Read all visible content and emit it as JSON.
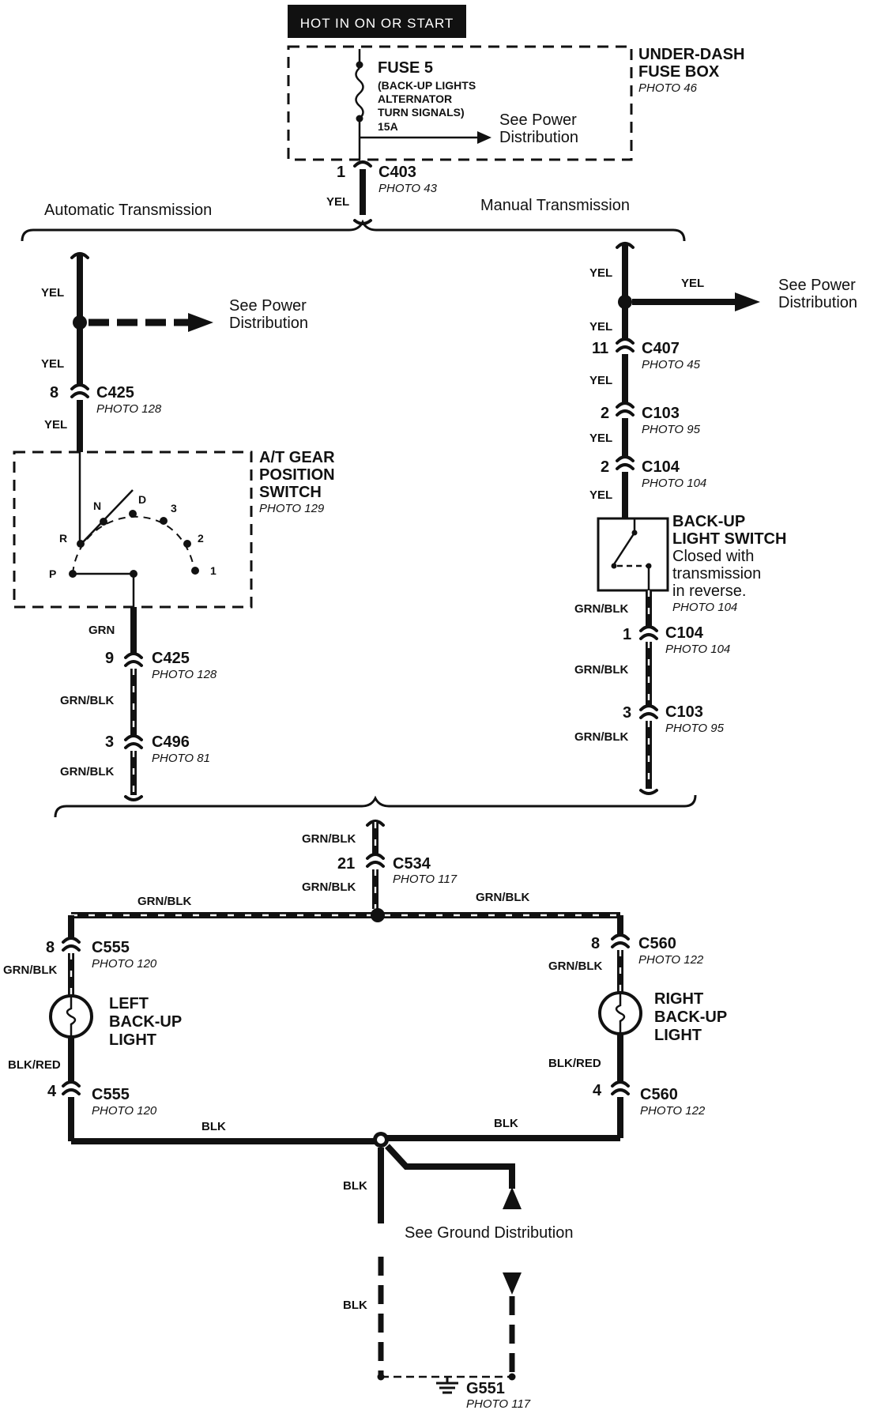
{
  "header": {
    "hot_label": "HOT IN ON OR START"
  },
  "fuse_box": {
    "title_line1": "UNDER-DASH",
    "title_line2": "FUSE BOX",
    "photo": "PHOTO 46",
    "fuse_name": "FUSE 5",
    "fuse_desc_line1": "(BACK-UP LIGHTS",
    "fuse_desc_line2": "ALTERNATOR",
    "fuse_desc_line3": "TURN SIGNALS)",
    "fuse_rating": "15A",
    "power_line1": "See Power",
    "power_line2": "Distribution"
  },
  "connectors": {
    "c403": {
      "pin": "1",
      "name": "C403",
      "photo": "PHOTO 43"
    },
    "c425_top": {
      "pin": "8",
      "name": "C425",
      "photo": "PHOTO 128"
    },
    "c425_bottom": {
      "pin": "9",
      "name": "C425",
      "photo": "PHOTO 128"
    },
    "c496": {
      "pin": "3",
      "name": "C496",
      "photo": "PHOTO 81"
    },
    "c407": {
      "pin": "11",
      "name": "C407",
      "photo": "PHOTO 45"
    },
    "c103_top": {
      "pin": "2",
      "name": "C103",
      "photo": "PHOTO 95"
    },
    "c104_top": {
      "pin": "2",
      "name": "C104",
      "photo": "PHOTO 104"
    },
    "c104_bottom": {
      "pin": "1",
      "name": "C104",
      "photo": "PHOTO 104"
    },
    "c103_bottom": {
      "pin": "3",
      "name": "C103",
      "photo": "PHOTO 95"
    },
    "c534": {
      "pin": "21",
      "name": "C534",
      "photo": "PHOTO 117"
    },
    "c555_top": {
      "pin": "8",
      "name": "C555",
      "photo": "PHOTO 120"
    },
    "c555_bottom": {
      "pin": "4",
      "name": "C555",
      "photo": "PHOTO 120"
    },
    "c560_top": {
      "pin": "8",
      "name": "C560",
      "photo": "PHOTO 122"
    },
    "c560_bottom": {
      "pin": "4",
      "name": "C560",
      "photo": "PHOTO 122"
    }
  },
  "branches": {
    "automatic": "Automatic Transmission",
    "manual": "Manual Transmission"
  },
  "wire_colors": {
    "yel": "YEL",
    "grn": "GRN",
    "grn_blk": "GRN/BLK",
    "blk_red": "BLK/RED",
    "blk": "BLK"
  },
  "auto_power": {
    "line1": "See Power",
    "line2": "Distribution"
  },
  "manual_power": {
    "line1": "See Power",
    "line2": "Distribution"
  },
  "gear_switch": {
    "title_line1": "A/T GEAR",
    "title_line2": "POSITION",
    "title_line3": "SWITCH",
    "photo": "PHOTO 129",
    "positions": {
      "p": "P",
      "r": "R",
      "n": "N",
      "d": "D",
      "three": "3",
      "two": "2",
      "one": "1"
    }
  },
  "backup_switch": {
    "title_line1": "BACK-UP",
    "title_line2": "LIGHT SWITCH",
    "desc_line1": "Closed with",
    "desc_line2": "transmission",
    "desc_line3": "in reverse.",
    "photo": "PHOTO 104"
  },
  "left_light": {
    "line1": "LEFT",
    "line2": "BACK-UP",
    "line3": "LIGHT"
  },
  "right_light": {
    "line1": "RIGHT",
    "line2": "BACK-UP",
    "line3": "LIGHT"
  },
  "ground": {
    "distribution": "See Ground Distribution",
    "name": "G551",
    "photo": "PHOTO 117"
  }
}
